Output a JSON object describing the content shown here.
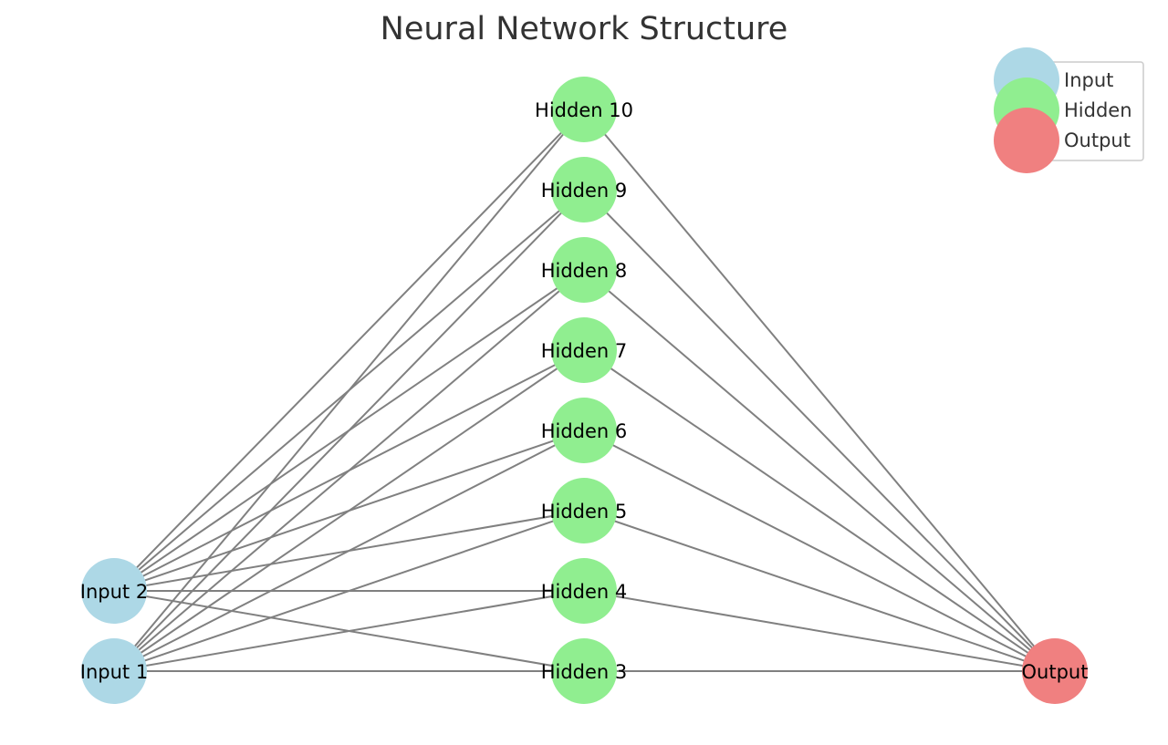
{
  "title": "Neural Network Structure",
  "colors": {
    "input": "#add8e6",
    "hidden": "#90ee90",
    "output": "#f08080",
    "edge": "#808080",
    "title": "#333333"
  },
  "layers": {
    "input": {
      "legend_label": "Input",
      "nodes": [
        "Input 1",
        "Input 2"
      ]
    },
    "hidden": {
      "legend_label": "Hidden",
      "nodes": [
        "Hidden 3",
        "Hidden 4",
        "Hidden 5",
        "Hidden 6",
        "Hidden 7",
        "Hidden 8",
        "Hidden 9",
        "Hidden 10"
      ]
    },
    "output": {
      "legend_label": "Output",
      "nodes": [
        "Output"
      ]
    }
  },
  "edges": [
    [
      "Input 1",
      "Hidden 3"
    ],
    [
      "Input 1",
      "Hidden 4"
    ],
    [
      "Input 1",
      "Hidden 5"
    ],
    [
      "Input 1",
      "Hidden 6"
    ],
    [
      "Input 1",
      "Hidden 7"
    ],
    [
      "Input 1",
      "Hidden 8"
    ],
    [
      "Input 1",
      "Hidden 9"
    ],
    [
      "Input 1",
      "Hidden 10"
    ],
    [
      "Input 2",
      "Hidden 3"
    ],
    [
      "Input 2",
      "Hidden 4"
    ],
    [
      "Input 2",
      "Hidden 5"
    ],
    [
      "Input 2",
      "Hidden 6"
    ],
    [
      "Input 2",
      "Hidden 7"
    ],
    [
      "Input 2",
      "Hidden 8"
    ],
    [
      "Input 2",
      "Hidden 9"
    ],
    [
      "Input 2",
      "Hidden 10"
    ],
    [
      "Hidden 3",
      "Output"
    ],
    [
      "Hidden 4",
      "Output"
    ],
    [
      "Hidden 5",
      "Output"
    ],
    [
      "Hidden 6",
      "Output"
    ],
    [
      "Hidden 7",
      "Output"
    ],
    [
      "Hidden 8",
      "Output"
    ],
    [
      "Hidden 9",
      "Output"
    ],
    [
      "Hidden 10",
      "Output"
    ]
  ],
  "legend": {
    "items": [
      "Input",
      "Hidden",
      "Output"
    ]
  }
}
